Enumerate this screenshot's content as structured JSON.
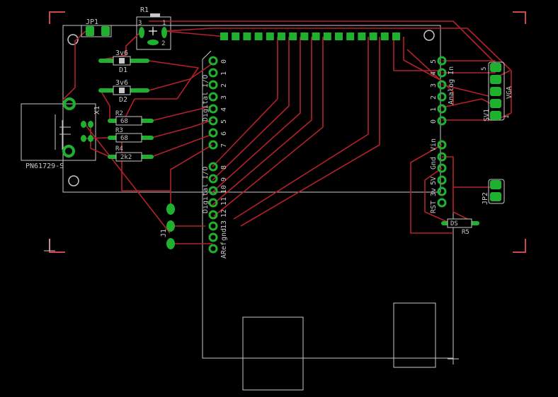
{
  "labels": {
    "jp1": "JP1",
    "r1": "R1",
    "r1_pin3": "3",
    "r1_pin1": "1",
    "r1_pin2": "2",
    "d1_value": "3v6",
    "d1": "D1",
    "d2_value": "3v6",
    "d2": "D2",
    "r2": "R2",
    "r2_value": "68",
    "r3": "R3",
    "r3_value": "68",
    "r4": "R4",
    "r4_value": "2k2",
    "x1": "X1",
    "pn": "PN61729-S",
    "j1": "J1",
    "sv1": "SV1",
    "vga": "VGA",
    "vga_pin5": "5",
    "vga_pin1": "1",
    "jp2": "JP2",
    "r5": "R5",
    "ds": "DS",
    "digital_io_1": "Digital I/O",
    "digital_io_2": "Digital I/O",
    "analog_in": "Analog In",
    "aref": "ARef",
    "gnd_left": "gnd",
    "vin": "Vin",
    "gnd_right": "Gnd",
    "v5": "5V",
    "v3": "3v",
    "rst": "RST"
  },
  "digital_pins": [
    "0",
    "1",
    "2",
    "3",
    "4",
    "5",
    "6",
    "7",
    "8",
    "9",
    "10",
    "11",
    "12",
    "13"
  ],
  "analog_pins": [
    "5",
    "4",
    "3",
    "2",
    "1",
    "0"
  ],
  "colors": {
    "background": "#000000",
    "trace": "#b4202b",
    "pad": "#20b030",
    "outline": "#c8c8c8",
    "frame": "#d0464e"
  }
}
